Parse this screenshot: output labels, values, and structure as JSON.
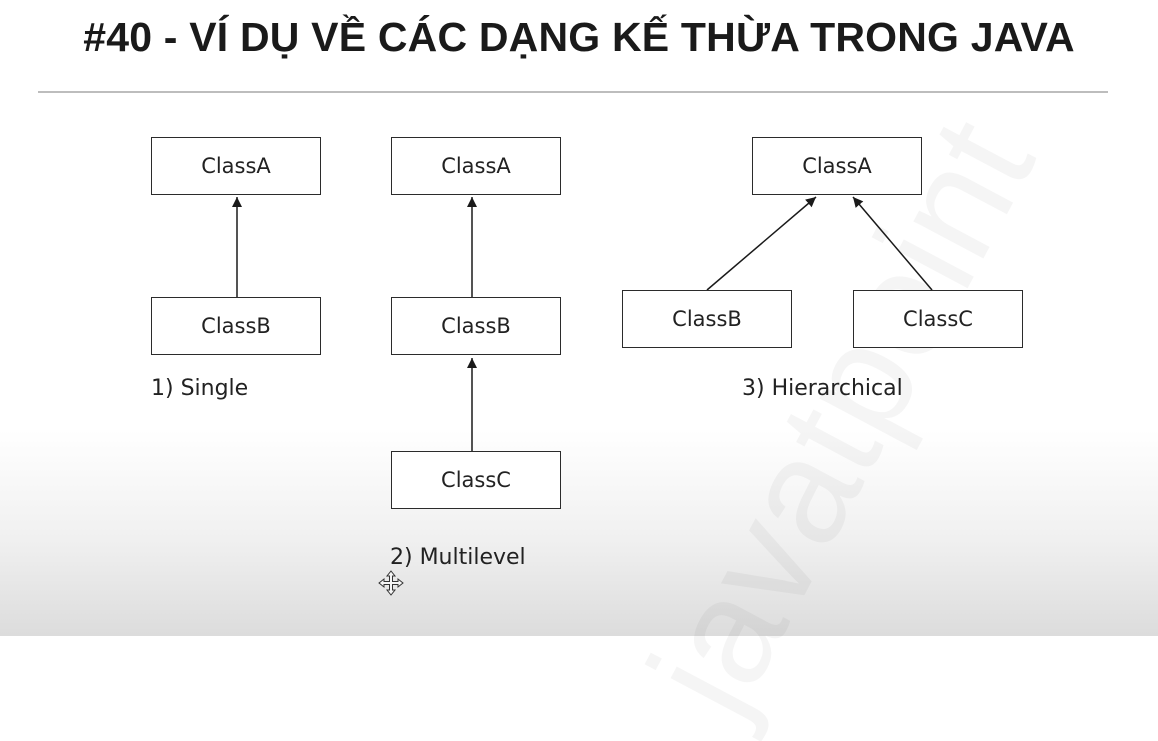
{
  "title": "#40 - VÍ DỤ VỀ CÁC DẠNG KẾ THỪA TRONG JAVA",
  "watermark": "javatpoint",
  "diagrams": {
    "single": {
      "caption": "1)  Single",
      "nodes": [
        "ClassA",
        "ClassB"
      ]
    },
    "multilevel": {
      "caption": "2) Multilevel",
      "nodes": [
        "ClassA",
        "ClassB",
        "ClassC"
      ]
    },
    "hierarchical": {
      "caption": "3) Hierarchical",
      "nodes": [
        "ClassA",
        "ClassB",
        "ClassC"
      ]
    }
  },
  "edges": [
    {
      "diagram": "single",
      "from": "ClassB",
      "to": "ClassA"
    },
    {
      "diagram": "multilevel",
      "from": "ClassB",
      "to": "ClassA"
    },
    {
      "diagram": "multilevel",
      "from": "ClassC",
      "to": "ClassB"
    },
    {
      "diagram": "hierarchical",
      "from": "ClassB",
      "to": "ClassA"
    },
    {
      "diagram": "hierarchical",
      "from": "ClassC",
      "to": "ClassA"
    }
  ],
  "colors": {
    "line": "#1a1a1a",
    "box_border": "#2b2b2b",
    "title": "#1a1a1a"
  },
  "icons": {
    "cursor": "move-cursor-icon"
  }
}
